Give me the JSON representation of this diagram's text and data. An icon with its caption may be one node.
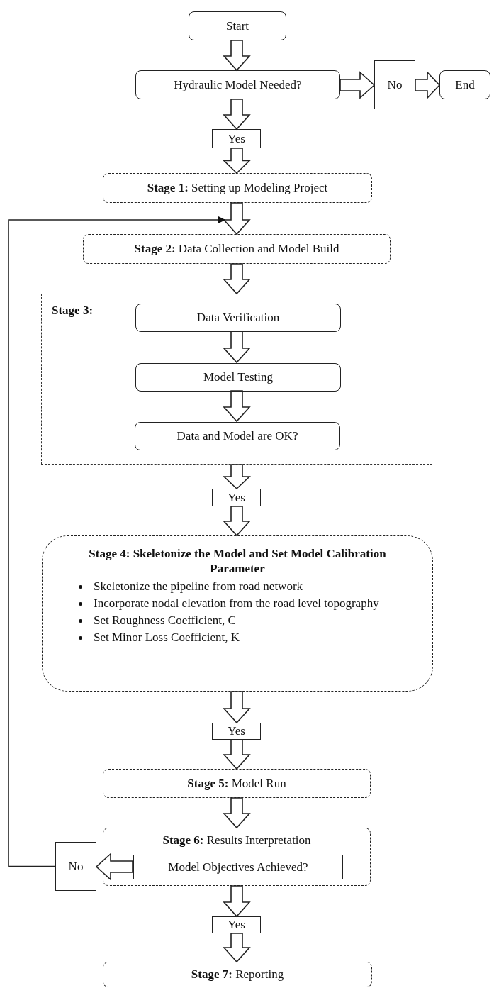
{
  "diagram": {
    "nodes": [
      {
        "text": [
          "Start"
        ]
      },
      {
        "text": [
          "Hydraulic Model Needed?"
        ]
      },
      {
        "text": [
          "No"
        ]
      },
      {
        "text": [
          "End"
        ]
      },
      {
        "text": [
          "Yes"
        ]
      },
      {
        "text": [
          "**Stage 1:** Setting up Modeling Project"
        ]
      },
      {
        "text": [
          "**Stage 2:** Data Collection and Model Build"
        ]
      },
      {
        "text": [
          "Stage 3:"
        ]
      },
      {
        "text": [
          "Data Verification"
        ],
        "in": 7
      },
      {
        "text": [
          "Model Testing"
        ],
        "in": 7
      },
      {
        "text": [
          "Data and Model are OK?"
        ],
        "in": 7
      },
      {
        "text": [
          "Yes"
        ]
      },
      {
        "text": [
          "Stage 4: Skeletonize the Model and Set Model Calibration Parameter",
          "Skeletonize the pipeline from road network",
          "Incorporate nodal elevation from the road level topography",
          "Set Roughness Coefficient, C",
          "Set Minor Loss Coefficient, K"
        ]
      },
      {
        "text": [
          "Yes"
        ]
      },
      {
        "text": [
          "**Stage 5:** Model Run"
        ]
      },
      {
        "text": [
          "**Stage 6:** Results Interpretation"
        ]
      },
      {
        "text": [
          "Model Objectives Achieved?"
        ],
        "in": 15
      },
      {
        "text": [
          "No"
        ]
      },
      {
        "text": [
          "Yes"
        ]
      },
      {
        "text": [
          "**Stage 7:** Reporting"
        ]
      }
    ],
    "edges": [
      {
        "from": 0,
        "to": 1,
        "arrow": "to"
      },
      {
        "from": 1,
        "to": 2,
        "arrow": "to"
      },
      {
        "from": 2,
        "to": 3,
        "arrow": "to"
      },
      {
        "from": 1,
        "to": 4,
        "arrow": "to"
      },
      {
        "from": 4,
        "to": 5,
        "arrow": "to"
      },
      {
        "from": 5,
        "to": 6,
        "arrow": "to"
      },
      {
        "from": 6,
        "to": 7,
        "arrow": "to"
      },
      {
        "from": 8,
        "to": 9,
        "arrow": "to"
      },
      {
        "from": 9,
        "to": 10,
        "arrow": "to"
      },
      {
        "from": 7,
        "to": 11,
        "arrow": "to"
      },
      {
        "from": 11,
        "to": 12,
        "arrow": "to"
      },
      {
        "from": 12,
        "to": 13,
        "arrow": "to"
      },
      {
        "from": 13,
        "to": 14,
        "arrow": "to"
      },
      {
        "from": 14,
        "to": 15,
        "arrow": "to"
      },
      {
        "from": 16,
        "to": 17,
        "arrow": "to"
      },
      {
        "from": 17,
        "to": 6,
        "arrow": "to"
      },
      {
        "from": 15,
        "to": 18,
        "arrow": "to"
      },
      {
        "from": 18,
        "to": 19,
        "arrow": "to"
      }
    ]
  }
}
